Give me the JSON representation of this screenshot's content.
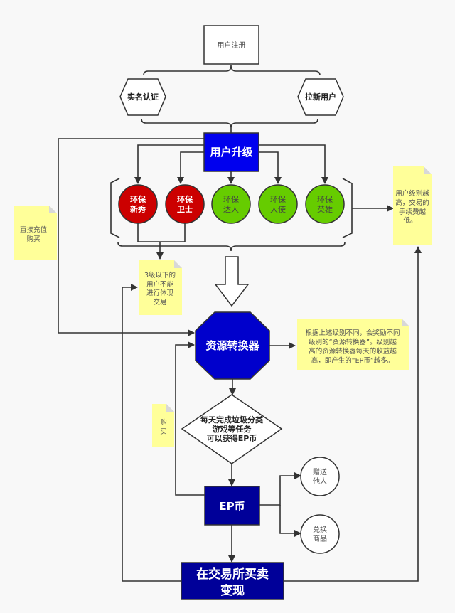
{
  "colors": {
    "background": "#f8f8f8",
    "primary_blue": "#0000ee",
    "dark_blue": "#000099",
    "red_level": "#cc0000",
    "green_level": "#66cc00",
    "note_yellow": "#ffff99",
    "line": "#333333"
  },
  "nodes": {
    "register": {
      "label": "用户注册"
    },
    "real_name": {
      "label": "实名认证"
    },
    "invite": {
      "label": "拉新用户"
    },
    "upgrade": {
      "label": "用户升级"
    },
    "levels": [
      {
        "line1": "环保",
        "line2": "新秀",
        "tier": "red"
      },
      {
        "line1": "环保",
        "line2": "卫士",
        "tier": "red"
      },
      {
        "line1": "环保",
        "line2": "达人",
        "tier": "green"
      },
      {
        "line1": "环保",
        "line2": "大使",
        "tier": "green"
      },
      {
        "line1": "环保",
        "line2": "英雄",
        "tier": "green"
      }
    ],
    "converter": {
      "label": "资源转换器"
    },
    "decision": {
      "lines": [
        "每天完成垃圾分类",
        "游戏等任务",
        "可以获得EP币"
      ]
    },
    "ep_coin": {
      "label": "EP币"
    },
    "gift": {
      "line1": "赠送",
      "line2": "他人"
    },
    "exchange": {
      "line1": "兑换",
      "line2": "商品"
    },
    "trade": {
      "line1": "在交易所买卖",
      "line2": "变现"
    }
  },
  "notes": {
    "fee": {
      "lines": [
        "用户级别越",
        "高，交易的",
        "手续费越",
        "低。"
      ]
    },
    "direct_buy": {
      "lines": [
        "直接充值",
        "购买"
      ]
    },
    "restriction": {
      "lines": [
        "3级以下的",
        "用户不能",
        "进行体现",
        "交易"
      ]
    },
    "reward": {
      "lines": [
        "根据上述级别不同，会奖励不同",
        "级别的“资源转换器”。级别越",
        "高的资源转换器每天的收益越",
        "高，即产生的“EP币”越多。"
      ]
    },
    "buy": {
      "lines": [
        "购",
        "买"
      ]
    }
  }
}
